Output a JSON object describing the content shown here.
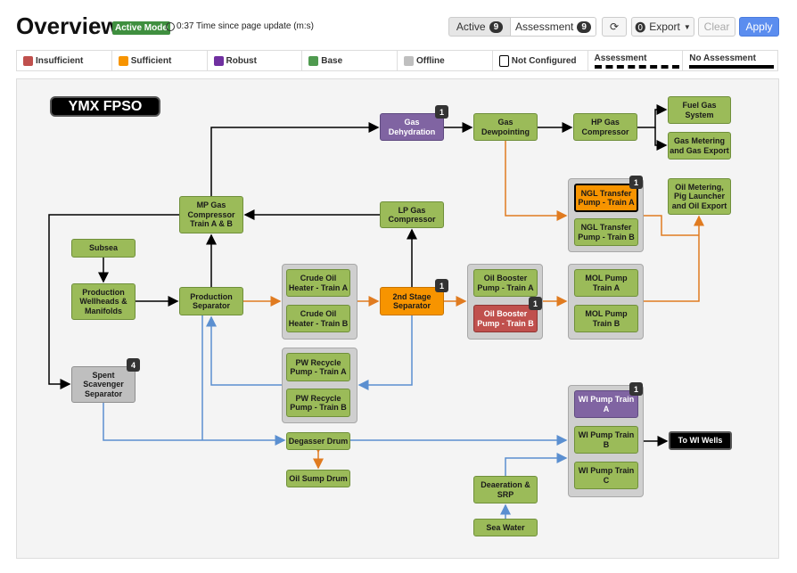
{
  "header": {
    "title": "Overview",
    "mode_badge": "Active Mode",
    "update_time": "0:37 Time since page update (m:s)"
  },
  "toolbar": {
    "active_label": "Active",
    "active_count": "9",
    "assessment_label": "Assessment",
    "assessment_count": "9",
    "export_label": "Export",
    "clear_label": "Clear",
    "apply_label": "Apply"
  },
  "legend": [
    {
      "label": "Insufficient",
      "color": "#c0504d"
    },
    {
      "label": "Sufficient",
      "color": "#f79400"
    },
    {
      "label": "Robust",
      "color": "#7030a0"
    },
    {
      "label": "Base",
      "color": "#4f9a4f"
    },
    {
      "label": "Offline",
      "color": "#bfbfbf"
    },
    {
      "label": "Not Configured",
      "color": "#ffffff"
    },
    {
      "label": "Assessment"
    },
    {
      "label": "No Assessment"
    }
  ],
  "diagram": {
    "site": "YMX FPSO",
    "target": "To WI Wells",
    "nodes": {
      "gas_dehydration": "Gas Dehydration",
      "gas_dewpointing": "Gas Dewpointing",
      "hp_gas": "HP Gas Compressor",
      "fuel_gas": "Fuel Gas System",
      "gas_metering": "Gas Metering and Gas Export",
      "ngl_a": "NGL Transfer Pump - Train A",
      "ngl_b": "NGL Transfer Pump - Train B",
      "oil_metering": "Oil Metering, Pig Launcher and Oil Export",
      "mp_gas": "MP Gas Compressor Train A & B",
      "lp_gas": "LP Gas Compressor",
      "subsea": "Subsea",
      "wellheads": "Production Wellheads & Manifolds",
      "prod_sep": "Production Separator",
      "crude_a": "Crude Oil Heater - Train A",
      "crude_b": "Crude Oil Heater - Train B",
      "stage2": "2nd Stage Separator",
      "booster_a": "Oil Booster Pump - Train A",
      "booster_b": "Oil Booster Pump - Train B",
      "mol_a": "MOL Pump Train A",
      "mol_b": "MOL Pump Train B",
      "spent": "Spent Scavenger Separator",
      "pw_a": "PW Recycle Pump - Train A",
      "pw_b": "PW Recycle Pump - Train B",
      "degasser": "Degasser Drum",
      "oil_sump": "Oil Sump Drum",
      "wi_a": "WI Pump Train A",
      "wi_b": "WI Pump Train B",
      "wi_c": "WI Pump Train C",
      "deaeration": "Deaeration & SRP",
      "sea_water": "Sea Water"
    },
    "badges": {
      "gas_dehydration": "1",
      "ngl_a": "1",
      "stage2": "1",
      "booster_b": "1",
      "spent": "4",
      "wi_a": "1"
    },
    "colors": {
      "gas": "#000000",
      "oil": "#e07b20",
      "water": "#5b8fd0"
    }
  }
}
